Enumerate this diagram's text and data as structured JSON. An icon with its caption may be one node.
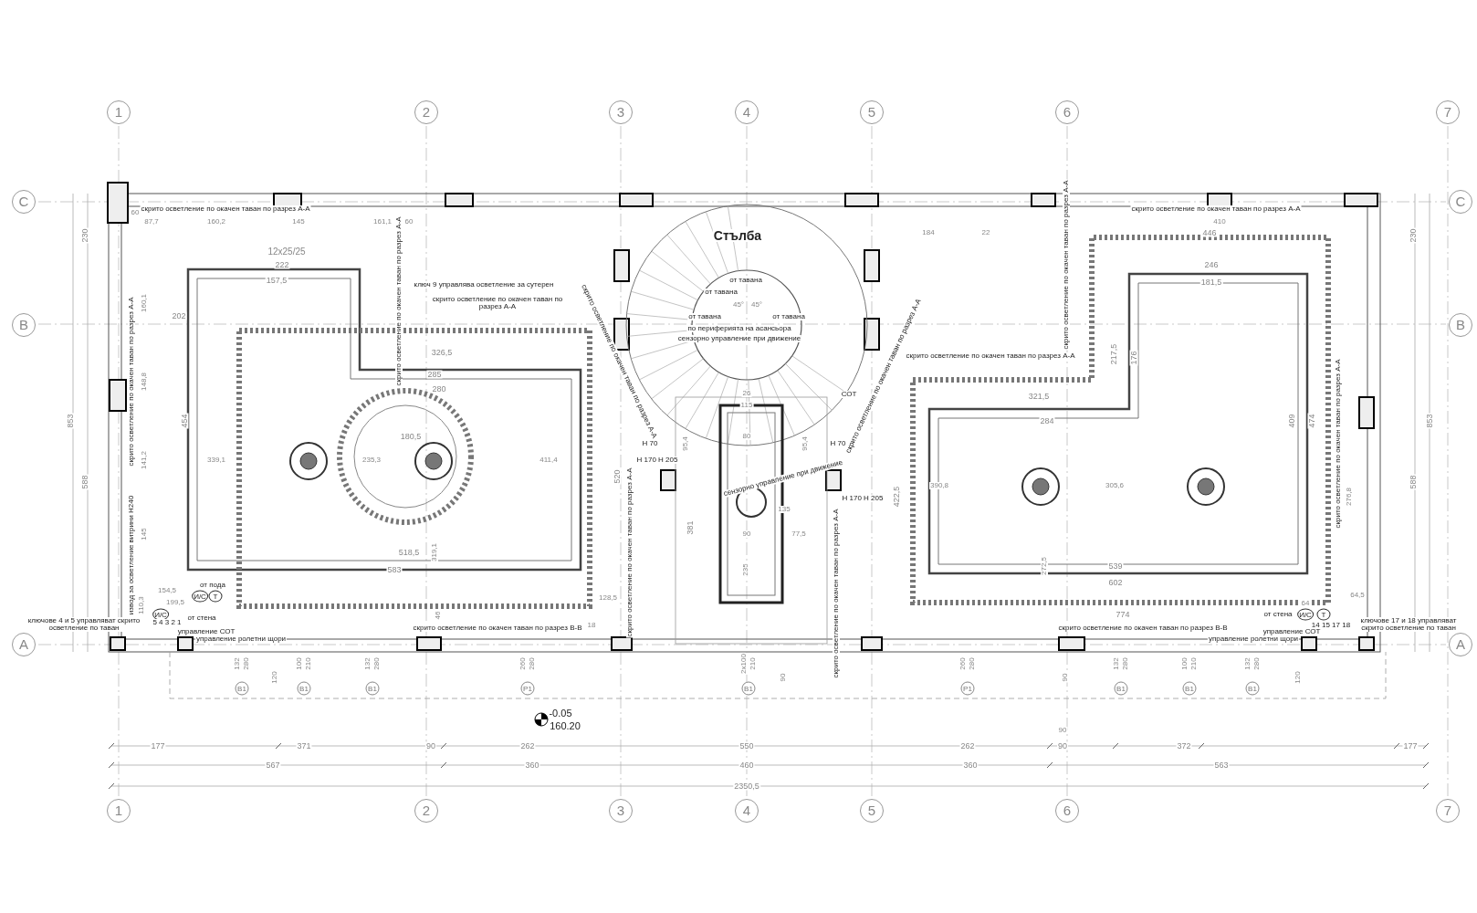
{
  "diagram": {
    "labels": [
      "1",
      "2",
      "3",
      "4",
      "5",
      "6",
      "7",
      "C",
      "C",
      "скрито осветление по окачен таван по разрез А-А",
      "скрито осветление по окачен таван по разрез А-А",
      "60",
      "87,7",
      "160,2",
      "145",
      "161,1",
      "60",
      "410",
      "230",
      "Стълба",
      "184",
      "22",
      "446",
      "230",
      "12x25/25",
      "222",
      "скрито осветление по окачен таван по разрез А-А",
      "246",
      "157,5",
      "от тавана",
      "181,5",
      "ключ 9 управлява осветление за сутерен",
      "от тавана",
      "160,1",
      "скрито осветление по окачен таван по разрез А-А",
      "скрито осветление по окачен таван по разрез А-А",
      "45°",
      "45°",
      "202",
      "от тавана",
      "от тавана",
      "B",
      "по периферията на асансьора",
      "B",
      "сензорно управление при движение",
      "326,5",
      "скрито осветление по окачен таван по разрез А-А",
      "скрито осветление по окачен таван по разрез А-А",
      "217,5",
      "176",
      "скрито осветление по окачен таван по разрез А-А",
      "148,8",
      "285",
      "280",
      "скрито осветление по окачен таван по разрез А-А",
      "26",
      "СОТ",
      "321,5",
      "115",
      "853",
      "454",
      "284",
      "409",
      "474",
      "853",
      "180,5",
      "80",
      "H 70",
      "95,4",
      "95,4",
      "H 70",
      "скрито осветление по окачен таван по разрез А-А",
      "141,2",
      "339,1",
      "235,3",
      "411,4",
      "H 170 H 205",
      "588",
      "520",
      "сензорно управление при движение",
      "390,8",
      "305,6",
      "588",
      "H 170 H 205",
      "422,5",
      "276,8",
      "135",
      "381",
      "145",
      "90",
      "77,5",
      "извод за осветление витрини Н240",
      "518,5",
      "319,1",
      "скрито осветление по окачен таван по разрез А-А",
      "583",
      "235",
      "272,5",
      "539",
      "602",
      "от пода",
      "154,5",
      "И/С",
      "T",
      "128,5",
      "скрито осветление по окачен таван по разрез А-А",
      "64,5",
      "110,3",
      "199,5",
      "64",
      "И/С",
      "от стена",
      "46",
      "774",
      "от стена",
      "И/С",
      "T",
      "ключове 4 и 5 управляват скрито осветление по таван",
      "5 4 3 2 1",
      "управление СОТ",
      "скрито осветление по окачен таван по разрез В-В",
      "18",
      "скрито осветление по окачен таван по разрез В-В",
      "управление СОТ",
      "14 15 17 18",
      "ключове 17 и 18 управляват скрито осветление по таван",
      "A",
      "управление ролетни щори",
      "управление ролетни щори",
      "A",
      "132",
      "280",
      "100",
      "210",
      "132",
      "280",
      "260",
      "280",
      "2x100",
      "210",
      "260",
      "280",
      "132",
      "280",
      "100",
      "210",
      "132",
      "280",
      "120",
      "90",
      "90",
      "120",
      "B1",
      "B1",
      "B1",
      "P1",
      "B1",
      "P1",
      "B1",
      "B1",
      "B1",
      "-0.05",
      "160.20",
      "90",
      "177",
      "371",
      "90",
      "262",
      "550",
      "262",
      "90",
      "372",
      "177",
      "567",
      "360",
      "460",
      "360",
      "563",
      "2350,5",
      "1",
      "2",
      "3",
      "4",
      "5",
      "6",
      "7"
    ]
  }
}
